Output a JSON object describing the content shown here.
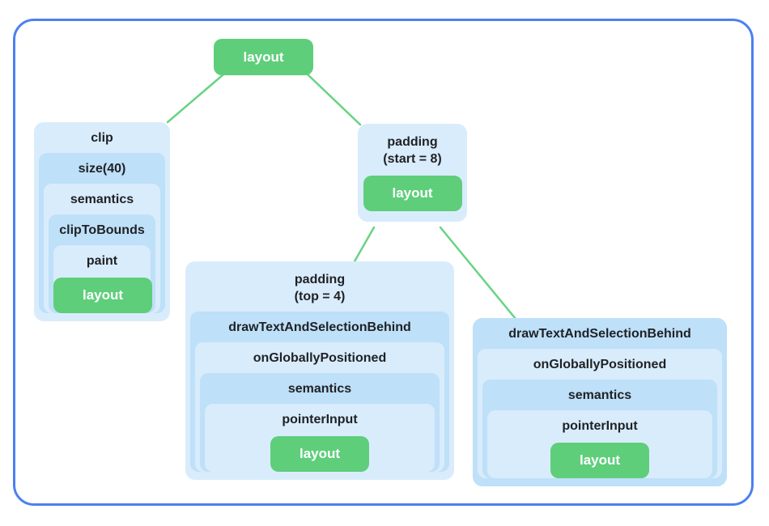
{
  "colors": {
    "canvas_border": "#4C7FF2",
    "box_light_blue": "#D9ECFC",
    "box_dark_blue": "#BEE0F8",
    "node_green": "#5ECE7B",
    "edge_green": "#68D383",
    "label_text": "#1F2125",
    "leaf_text": "#FFFFFF"
  },
  "root_node": {
    "label": "layout"
  },
  "clip_tree": {
    "header": "clip",
    "levels": [
      "size(40)",
      "semantics",
      "clipToBounds",
      "paint"
    ],
    "leaf_label": "layout"
  },
  "padding_start_node": {
    "title_line1": "padding",
    "title_line2": "(start = 8)",
    "leaf_label": "layout"
  },
  "padding_top_tree": {
    "title_line1": "padding",
    "title_line2": "(top = 4)",
    "levels": [
      "drawTextAndSelectionBehind",
      "onGloballyPositioned",
      "semantics",
      "pointerInput"
    ],
    "leaf_label": "layout"
  },
  "draw_text_tree": {
    "header": "drawTextAndSelectionBehind",
    "levels": [
      "onGloballyPositioned",
      "semantics",
      "pointerInput"
    ],
    "leaf_label": "layout"
  }
}
